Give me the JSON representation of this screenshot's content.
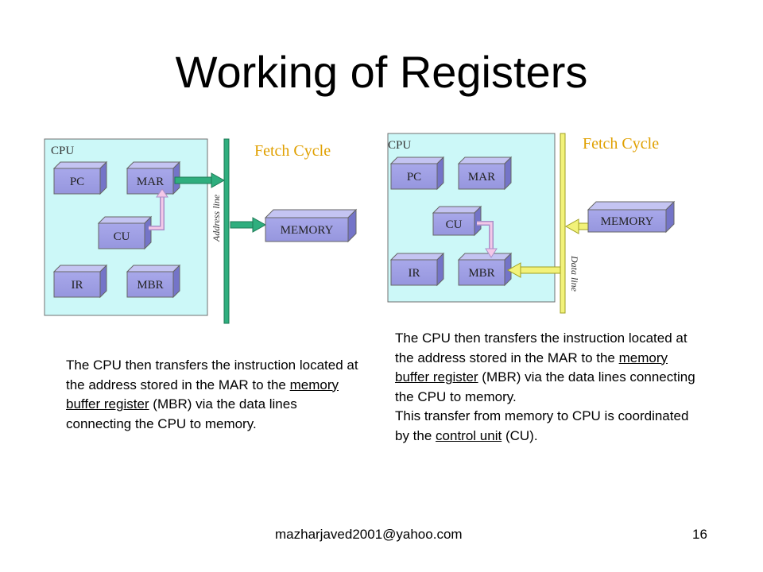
{
  "slide": {
    "title": "Working of Registers",
    "footer_email": "mazharjaved2001@yahoo.com",
    "page_number": "16"
  },
  "diagram_left": {
    "cpu_label": "CPU",
    "heading": "Fetch Cycle",
    "bus_label": "Address line",
    "registers": {
      "pc": "PC",
      "mar": "MAR",
      "cu": "CU",
      "ir": "IR",
      "mbr": "MBR"
    },
    "memory": "MEMORY",
    "bus_color": "#2fae7e",
    "cpu_fill": "#ccf8f8"
  },
  "diagram_right": {
    "cpu_label": "CPU",
    "heading": "Fetch Cycle",
    "bus_label": "Data line",
    "registers": {
      "pc": "PC",
      "mar": "MAR",
      "cu": "CU",
      "ir": "IR",
      "mbr": "MBR"
    },
    "memory": "MEMORY",
    "bus_color": "#f2f27a",
    "cpu_fill": "#ccf8f8"
  },
  "text_left": {
    "part1": "The CPU then transfers the instruction located at the address stored in the MAR to the ",
    "link": "memory buffer register",
    "part2": " (MBR) via the data lines connecting the CPU to memory."
  },
  "text_right": {
    "part1": "The CPU then transfers the instruction located at the address stored in the MAR to the ",
    "link": "memory buffer register",
    "part2": " (MBR) via the data lines connecting the CPU to memory.",
    "line2_part1": "This transfer from memory to CPU is coordinated by the ",
    "line2_link": "control unit",
    "line2_part2": " (CU)."
  }
}
